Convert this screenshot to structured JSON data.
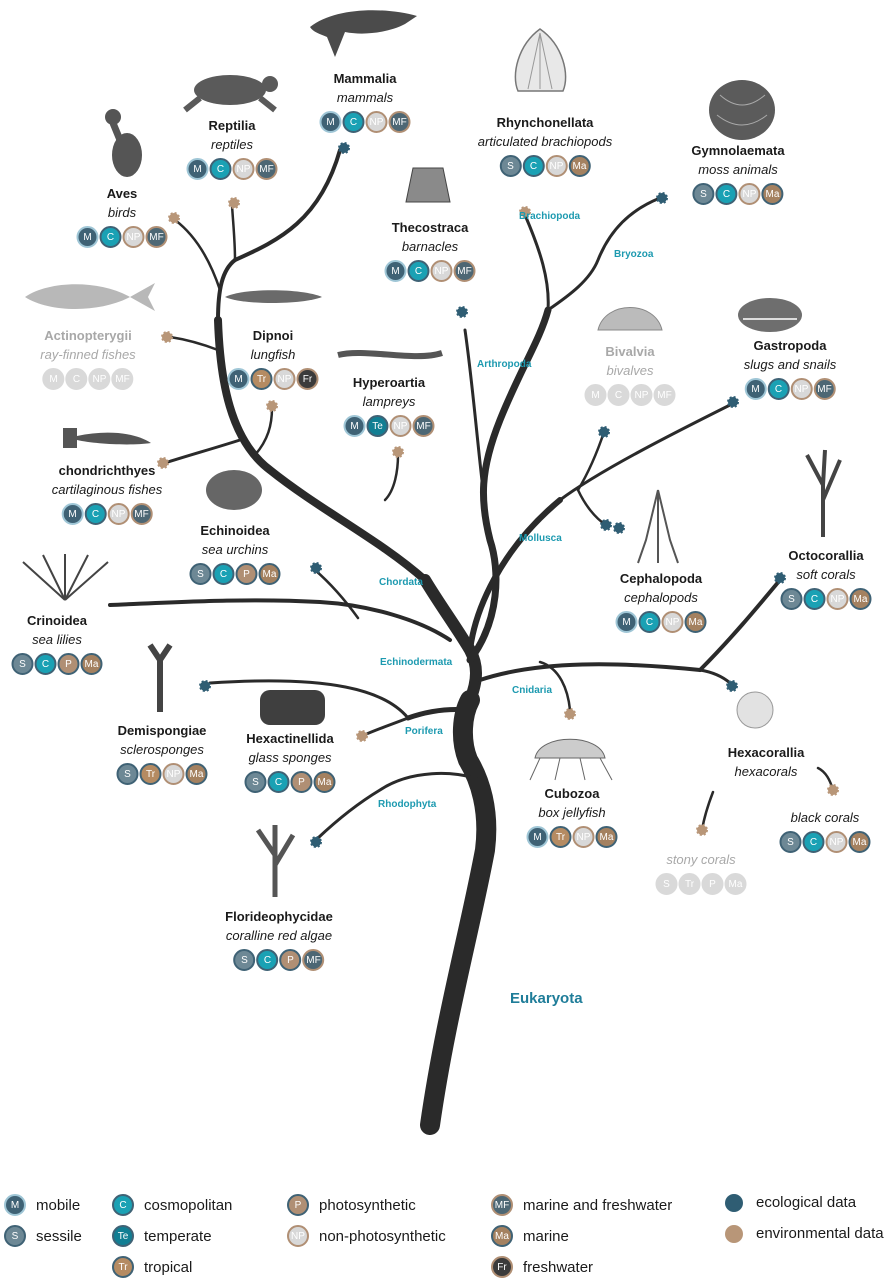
{
  "colors": {
    "branch": "#2a2a2a",
    "ecological": "#2f5d73",
    "environmental": "#b89678",
    "clade_label": "#1d9ab0",
    "root_label": "#1f7d99",
    "faded": "#a8a8a8",
    "badges": {
      "M": {
        "fill": "#3f6275",
        "border": "#9fc6d6"
      },
      "S": {
        "fill": "#6d8895",
        "border": "#3f6275"
      },
      "C": {
        "fill": "#1aa1b4",
        "border": "#3f6275"
      },
      "Te": {
        "fill": "#117e93",
        "border": "#3f6275"
      },
      "Tr": {
        "fill": "#b58b62",
        "border": "#3f6275"
      },
      "P": {
        "fill": "#b08f74",
        "border": "#3f6275"
      },
      "NP": {
        "fill": "#d8d8d8",
        "border": "#b08f74"
      },
      "MF": {
        "fill": "#4d6774",
        "border": "#b08f74"
      },
      "Ma": {
        "fill": "#a48160",
        "border": "#3f6275"
      },
      "Fr": {
        "fill": "#3b3b3b",
        "border": "#b08f74"
      }
    }
  },
  "root": {
    "label": "Eukaryota"
  },
  "clades": [
    {
      "id": "brachiopoda",
      "label": "Brachiopoda"
    },
    {
      "id": "bryozoa",
      "label": "Bryozoa"
    },
    {
      "id": "arthropoda",
      "label": "Arthropoda"
    },
    {
      "id": "mollusca",
      "label": "Mollusca"
    },
    {
      "id": "chordata",
      "label": "Chordata"
    },
    {
      "id": "echinodermata",
      "label": "Echinodermata"
    },
    {
      "id": "cnidaria",
      "label": "Cnidaria"
    },
    {
      "id": "porifera",
      "label": "Porifera"
    },
    {
      "id": "rhodophyta",
      "label": "Rhodophyta"
    }
  ],
  "taxa": [
    {
      "id": "mammalia",
      "name": "Mammalia",
      "common": "mammals",
      "badges": [
        "M",
        "C",
        "NP",
        "MF"
      ],
      "faded": false
    },
    {
      "id": "reptilia",
      "name": "Reptilia",
      "common": "reptiles",
      "badges": [
        "M",
        "C",
        "NP",
        "MF"
      ],
      "faded": false
    },
    {
      "id": "aves",
      "name": "Aves",
      "common": "birds",
      "badges": [
        "M",
        "C",
        "NP",
        "MF"
      ],
      "faded": false
    },
    {
      "id": "rhynchonellata",
      "name": "Rhynchonellata",
      "common": "articulated brachiopods",
      "badges": [
        "S",
        "C",
        "NP",
        "Ma"
      ],
      "faded": false
    },
    {
      "id": "gymnolaemata",
      "name": "Gymnolaemata",
      "common": "moss animals",
      "badges": [
        "S",
        "C",
        "NP",
        "Ma"
      ],
      "faded": false
    },
    {
      "id": "thecostraca",
      "name": "Thecostraca",
      "common": "barnacles",
      "badges": [
        "M",
        "C",
        "NP",
        "MF"
      ],
      "faded": false
    },
    {
      "id": "actinopterygii",
      "name": "Actinopterygii",
      "common": "ray-finned fishes",
      "badges": [
        "M",
        "C",
        "NP",
        "MF"
      ],
      "faded": true
    },
    {
      "id": "dipnoi",
      "name": "Dipnoi",
      "common": "lungfish",
      "badges": [
        "M",
        "Tr",
        "NP",
        "Fr"
      ],
      "faded": false
    },
    {
      "id": "hyperoartia",
      "name": "Hyperoartia",
      "common": "lampreys",
      "badges": [
        "M",
        "Te",
        "NP",
        "MF"
      ],
      "faded": false
    },
    {
      "id": "bivalvia",
      "name": "Bivalvia",
      "common": "bivalves",
      "badges": [
        "M",
        "C",
        "NP",
        "MF"
      ],
      "faded": true
    },
    {
      "id": "gastropoda",
      "name": "Gastropoda",
      "common": "slugs and snails",
      "badges": [
        "M",
        "C",
        "NP",
        "MF"
      ],
      "faded": false
    },
    {
      "id": "chondrichthyes",
      "name": "chondrichthyes",
      "common": "cartilaginous fishes",
      "badges": [
        "M",
        "C",
        "NP",
        "MF"
      ],
      "faded": false
    },
    {
      "id": "echinoidea",
      "name": "Echinoidea",
      "common": "sea urchins",
      "badges": [
        "S",
        "C",
        "P",
        "Ma"
      ],
      "faded": false
    },
    {
      "id": "octocorallia",
      "name": "Octocorallia",
      "common": "soft corals",
      "badges": [
        "S",
        "C",
        "NP",
        "Ma"
      ],
      "faded": false
    },
    {
      "id": "crinoidea",
      "name": "Crinoidea",
      "common": "sea lilies",
      "badges": [
        "S",
        "C",
        "P",
        "Ma"
      ],
      "faded": false
    },
    {
      "id": "cephalopoda",
      "name": "Cephalopoda",
      "common": "cephalopods",
      "badges": [
        "M",
        "C",
        "NP",
        "Ma"
      ],
      "faded": false
    },
    {
      "id": "demispongiae",
      "name": "Demispongiae",
      "common": "sclerosponges",
      "badges": [
        "S",
        "Tr",
        "NP",
        "Ma"
      ],
      "faded": false
    },
    {
      "id": "hexactinellida",
      "name": "Hexactinellida",
      "common": "glass sponges",
      "badges": [
        "S",
        "C",
        "P",
        "Ma"
      ],
      "faded": false
    },
    {
      "id": "hexacorallia",
      "name": "Hexacorallia",
      "common": "hexacorals",
      "badges": [],
      "faded": false
    },
    {
      "id": "cubozoa",
      "name": "Cubozoa",
      "common": "box jellyfish",
      "badges": [
        "M",
        "Tr",
        "NP",
        "Ma"
      ],
      "faded": false
    },
    {
      "id": "black_corals",
      "name": "",
      "common": "black corals",
      "badges": [
        "S",
        "C",
        "NP",
        "Ma"
      ],
      "faded": false
    },
    {
      "id": "stony_corals",
      "name": "",
      "common": "stony corals",
      "badges": [
        "S",
        "Tr",
        "P",
        "Ma"
      ],
      "faded": true
    },
    {
      "id": "florideophycidae",
      "name": "Florideophycidae",
      "common": "coralline red algae",
      "badges": [
        "S",
        "C",
        "P",
        "MF"
      ],
      "faded": false
    }
  ],
  "legend": [
    {
      "key": "M",
      "label": "mobile"
    },
    {
      "key": "S",
      "label": "sessile"
    },
    {
      "key": "C",
      "label": "cosmopolitan"
    },
    {
      "key": "Te",
      "label": "temperate"
    },
    {
      "key": "Tr",
      "label": "tropical"
    },
    {
      "key": "P",
      "label": "photosynthetic"
    },
    {
      "key": "NP",
      "label": "non-photosynthetic"
    },
    {
      "key": "MF",
      "label": "marine and freshwater"
    },
    {
      "key": "Ma",
      "label": "marine"
    },
    {
      "key": "Fr",
      "label": "freshwater"
    },
    {
      "key": "ecological",
      "label": "ecological data"
    },
    {
      "key": "environmental",
      "label": "environmental data"
    }
  ],
  "illustrations": {
    "mammalia": "whale-illustration",
    "reptilia": "turtle-illustration",
    "aves": "bird-illustration",
    "rhynchonellata": "brachiopod-shell-illustration",
    "gymnolaemata": "bryozoan-colony-illustration",
    "thecostraca": "barnacle-illustration",
    "actinopterygii": "fish-illustration",
    "dipnoi": "lungfish-illustration",
    "hyperoartia": "lamprey-illustration",
    "bivalvia": "clam-shell-illustration",
    "gastropoda": "cowrie-shell-illustration",
    "chondrichthyes": "hammerhead-shark-illustration",
    "echinoidea": "sea-urchin-illustration",
    "octocorallia": "soft-coral-illustration",
    "crinoidea": "sea-lily-illustration",
    "cephalopoda": "squid-illustration",
    "demispongiae": "sclerosponge-illustration",
    "hexactinellida": "glass-sponge-illustration",
    "hexacorallia": "hexacoral-illustration",
    "cubozoa": "box-jellyfish-illustration",
    "florideophycidae": "coralline-algae-illustration"
  }
}
